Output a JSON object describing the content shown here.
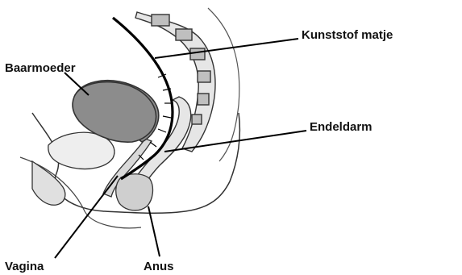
{
  "labels": {
    "kunststof_matje": "Kunststof matje",
    "baarmoeder": "Baarmoeder",
    "endeldarm": "Endeldarm",
    "vagina": "Vagina",
    "anus": "Anus"
  },
  "colors": {
    "outline": "#333333",
    "uterus_fill": "#8c8c8c",
    "tissue_fill": "#e6e6e6",
    "leader_line": "#000000",
    "mesh": "#000000"
  }
}
